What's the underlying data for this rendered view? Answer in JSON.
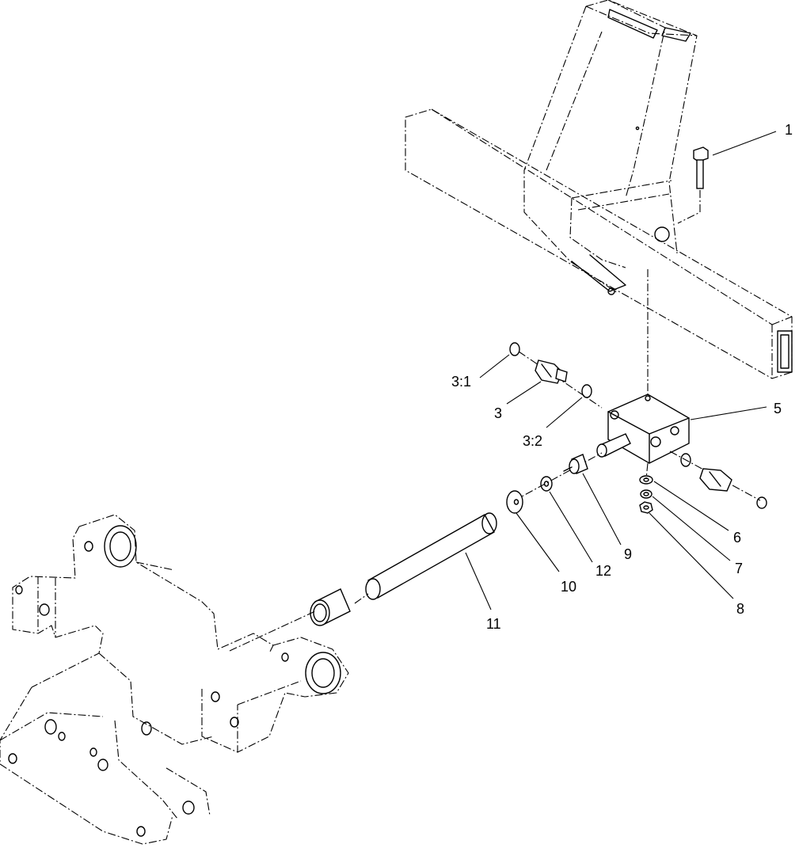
{
  "callouts": {
    "c1": "1",
    "c3": "3",
    "c3_1": "3:1",
    "c3_2": "3:2",
    "c5": "5",
    "c6": "6",
    "c7": "7",
    "c8": "8",
    "c9": "9",
    "c10": "10",
    "c11": "11",
    "c12": "12"
  },
  "colors": {
    "ink": "#000000",
    "paper": "#ffffff"
  }
}
